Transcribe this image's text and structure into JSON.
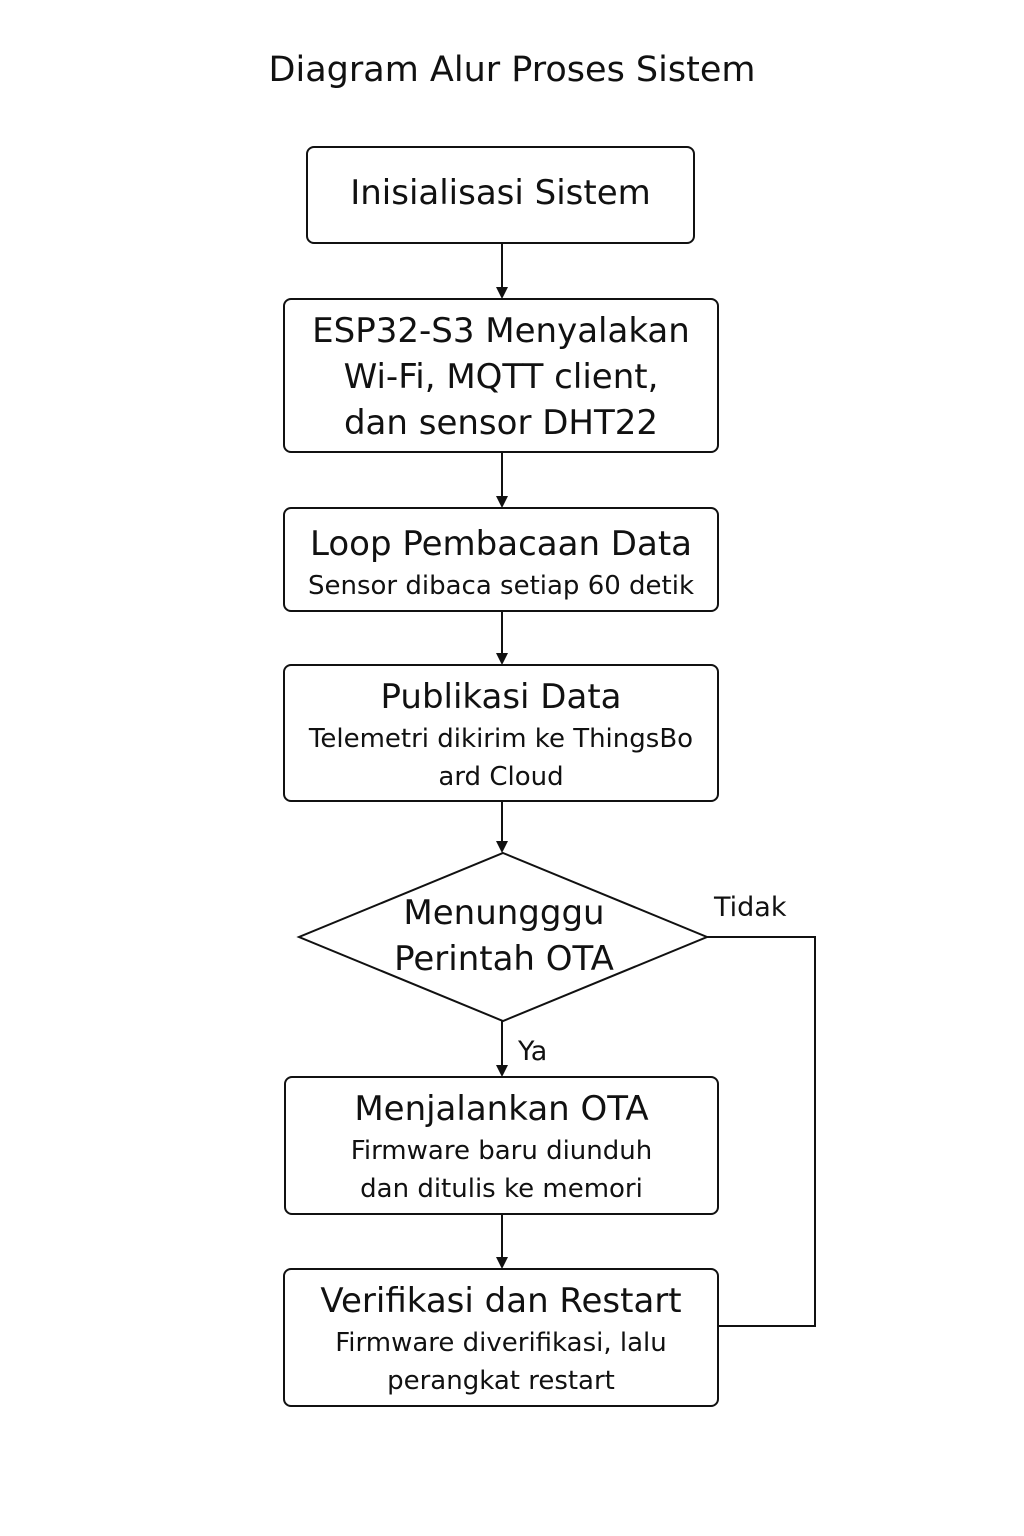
{
  "title": "Diagram Alur Proses Sistem",
  "steps": {
    "init": {
      "title": "Inisialisasi Sistem"
    },
    "esp": {
      "lines": [
        "ESP32-S3 Menyalakan",
        "Wi-Fi, MQTT client,",
        "dan sensor DHT22"
      ]
    },
    "loop": {
      "title": "Loop Pembacaan Data",
      "desc": "Sensor dibaca setiap 60 detik"
    },
    "publish": {
      "title": "Publikasi Data",
      "desc_lines": [
        "Telemetri dikirim ke ThingsBo",
        "ard Cloud"
      ]
    },
    "decision": {
      "lines": [
        "Menungggu",
        "Perintah OTA"
      ]
    },
    "ota": {
      "title": "Menjalankan OTA",
      "desc_lines": [
        "Firmware baru diunduh",
        "dan ditulis ke memori"
      ]
    },
    "restart": {
      "title": "Verifikasi dan Restart",
      "desc_lines": [
        "Firmware diverifikasi, lalu",
        "perangkat restart"
      ]
    }
  },
  "edge_labels": {
    "no": "Tidak",
    "yes": "Ya"
  }
}
